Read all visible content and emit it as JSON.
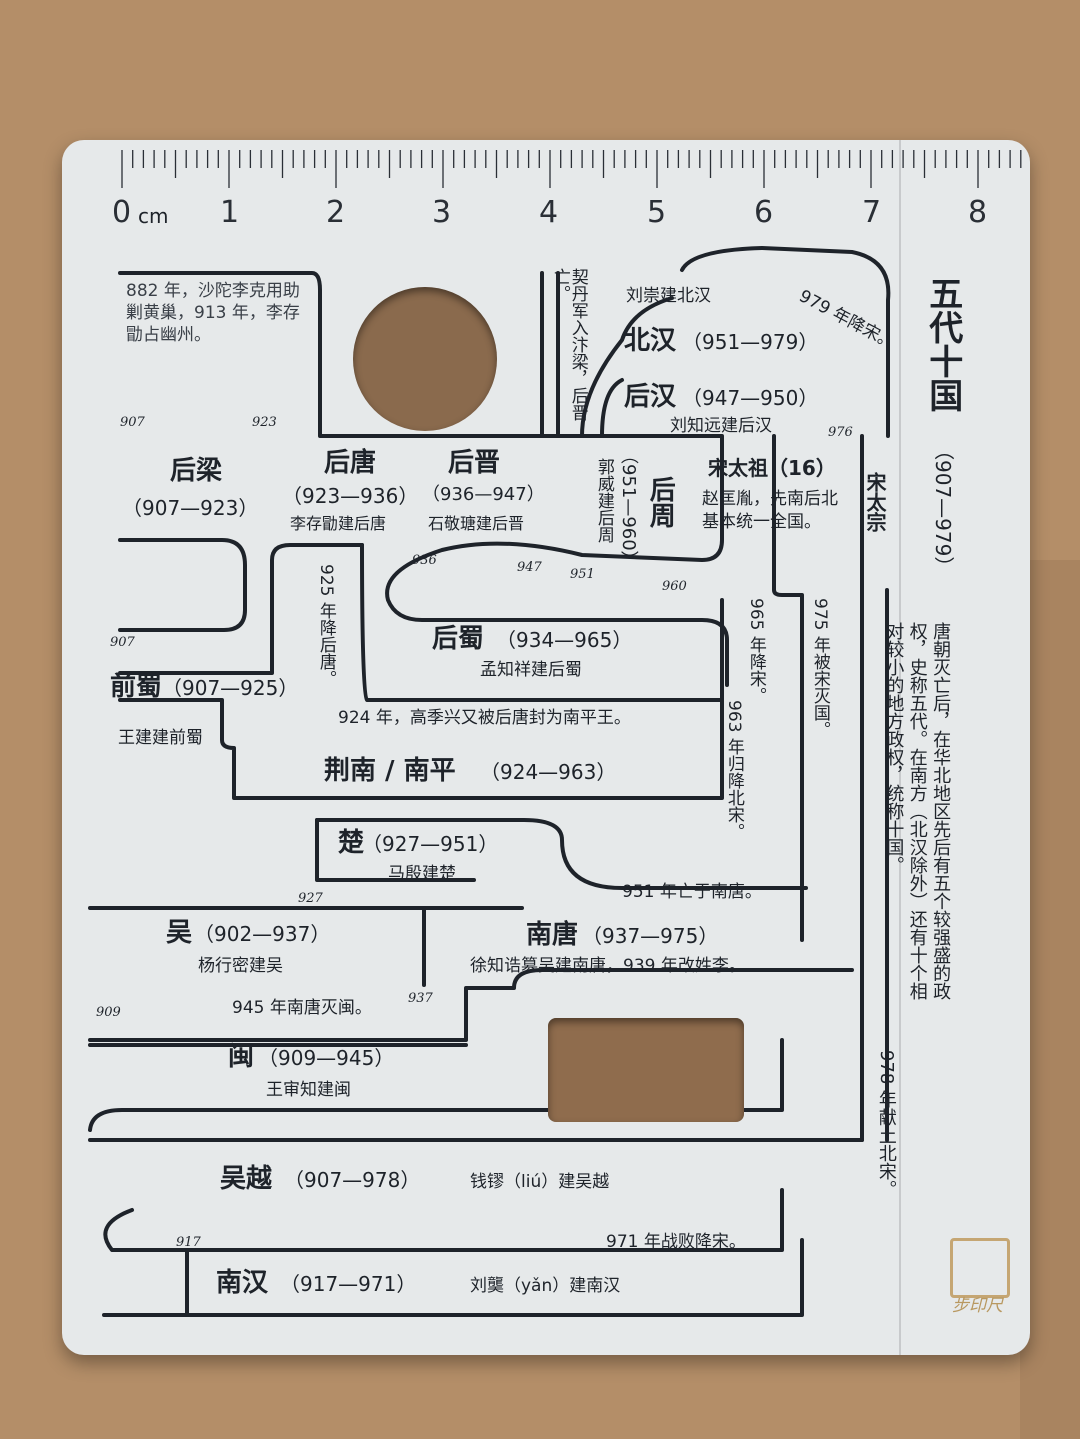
{
  "ruler": {
    "unit": "cm",
    "numbers": [
      "0",
      "1",
      "2",
      "3",
      "4",
      "5",
      "6",
      "7",
      "8"
    ],
    "colors": {
      "card": "#e6e9ea",
      "ink": "#1e232a",
      "background": "#b48e68",
      "stamp": "#c5a673"
    }
  },
  "title": {
    "main": "五代十国",
    "years": "（907—979）"
  },
  "description": "唐朝灭亡后，在华北地区先后有五个较强盛的政权，史称五代。在南方（北汉除外）还有十个相对较小的地方政权，统称十国。",
  "regimes": [
    {
      "id": "houliang",
      "name": "后梁",
      "years": "（907—923）"
    },
    {
      "id": "houtang",
      "name": "后唐",
      "years": "（923—936）",
      "note": "李存勖建后唐"
    },
    {
      "id": "houjin",
      "name": "后晋",
      "years": "（936—947）",
      "note": "石敬瑭建后晋"
    },
    {
      "id": "beihan",
      "name": "北汉",
      "years": "（951—979）"
    },
    {
      "id": "houhan",
      "name": "后汉",
      "years": "（947—950）",
      "note": "刘知远建后汉"
    },
    {
      "id": "houzhou",
      "name": "后周",
      "years": "（951—960）",
      "note": "郭威建后周"
    },
    {
      "id": "song",
      "name": "宋太祖（16）",
      "note": "赵匡胤，先南后北基本统一全国。"
    },
    {
      "id": "houshu",
      "name": "后蜀",
      "years": "（934—965）",
      "note": "孟知祥建后蜀"
    },
    {
      "id": "qianshu",
      "name": "前蜀",
      "years": "（907—925）",
      "note": "王建建前蜀"
    },
    {
      "id": "jingnan",
      "name": "荆南 / 南平",
      "years": "（924—963）"
    },
    {
      "id": "chu",
      "name": "楚",
      "years": "（927—951）",
      "note": "马殷建楚"
    },
    {
      "id": "wu",
      "name": "吴",
      "years": "（902—937）",
      "note": "杨行密建吴"
    },
    {
      "id": "nantang",
      "name": "南唐",
      "years": "（937—975）",
      "note": "徐知诰篡吴建南唐，939 年改姓李。"
    },
    {
      "id": "min",
      "name": "闽",
      "years": "（909—945）",
      "note": "王审知建闽"
    },
    {
      "id": "wuyue",
      "name": "吴越",
      "years": "（907—978）",
      "note": "钱镠（liú）建吴越"
    },
    {
      "id": "nanhan",
      "name": "南汉",
      "years": "（917—971）",
      "note": "刘龑（yǎn）建南汉"
    }
  ],
  "annotations": {
    "lykeyong": "882 年，沙陀李克用助剿黄巢，913 年，李存勖占幽州。",
    "khitan": "契丹军入汴梁，后晋亡。",
    "liuchong": "刘崇建北汉",
    "beihan_end": "979 年降宋。",
    "songtaizong": "宋太宗",
    "qianshu_end": "925 年降后唐。",
    "jingnan_start": "924 年，高季兴又被后唐封为南平王。",
    "houshu_end": "965 年降宋。",
    "jingnan_end": "963 年归降北宋。",
    "nantang_end": "975 年被宋灭国。",
    "chu_end": "951 年亡于南唐。",
    "min_end": "945 年南唐灭闽。",
    "nanhan_end": "971 年战败降宋。",
    "wuyue_end": "978 年献土北宋。"
  },
  "year_marks": {
    "y907a": "907",
    "y923": "923",
    "y907b": "907",
    "y936": "936",
    "y947": "947",
    "y951": "951",
    "y960": "960",
    "y976": "976",
    "y927": "927",
    "y909": "909",
    "y937": "937",
    "y917": "917"
  },
  "brand": "步印尺"
}
